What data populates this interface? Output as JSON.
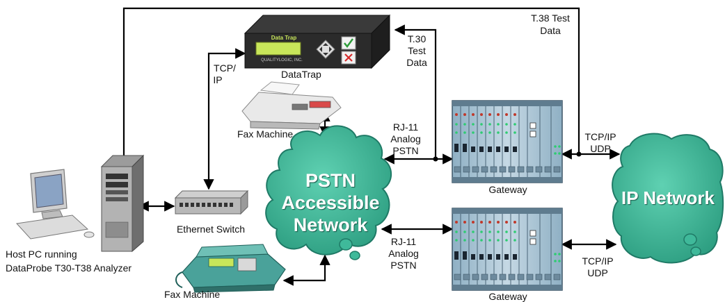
{
  "nodes": {
    "datatrap": {
      "label": "DataTrap",
      "panel_text": "Data Trap",
      "brand_text": "QUALITYLOGIC, INC."
    },
    "fax_top": {
      "label": "Fax Machine"
    },
    "fax_bottom": {
      "label": "Fax Machine"
    },
    "gateway_top": {
      "label": "Gateway"
    },
    "gateway_bottom": {
      "label": "Gateway"
    },
    "pstn": {
      "label_line1": "PSTN",
      "label_line2": "Accessible",
      "label_line3": "Network"
    },
    "ip_network": {
      "label": "IP Network"
    },
    "switch": {
      "label": "Ethernet Switch"
    },
    "host": {
      "label_line1": "Host PC running",
      "label_line2": "DataProbe T30-T38 Analyzer"
    }
  },
  "links": {
    "tcp_ip": {
      "line1": "TCP/",
      "line2": "IP"
    },
    "t30": {
      "line1": "T.30",
      "line2": "Test",
      "line3": "Data"
    },
    "t38": {
      "line1": "T.38 Test",
      "line2": "Data"
    },
    "rj11_top": {
      "line1": "RJ-11",
      "line2": "Analog",
      "line3": "PSTN"
    },
    "rj11_bottom": {
      "line1": "RJ-11",
      "line2": "Analog",
      "line3": "PSTN"
    },
    "tcpip_udp_top": {
      "line1": "TCP/IP",
      "line2": "UDP"
    },
    "tcpip_udp_bottom": {
      "line1": "TCP/IP",
      "line2": "UDP"
    }
  },
  "colors": {
    "cloud_fill": "#3fb99a",
    "cloud_stroke": "#1f7a66",
    "gateway_body": "#a9c3d4",
    "line": "#000000"
  }
}
